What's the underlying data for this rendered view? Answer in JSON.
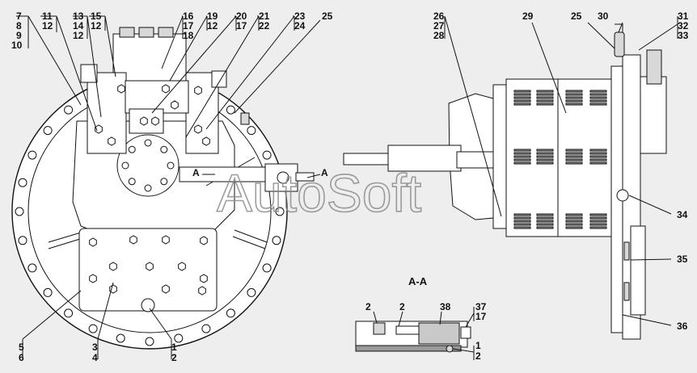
{
  "watermark": "AutoSoft",
  "section_title": "A-A",
  "section_marks": {
    "left": "A",
    "right": "A"
  },
  "callouts_left": [
    {
      "key": "c7",
      "text": "7"
    },
    {
      "key": "c8",
      "text": "8"
    },
    {
      "key": "c9",
      "text": "9"
    },
    {
      "key": "c10",
      "text": "10"
    },
    {
      "key": "c11",
      "text": "11"
    },
    {
      "key": "c12a",
      "text": "12"
    },
    {
      "key": "c13",
      "text": "13"
    },
    {
      "key": "c14",
      "text": "14"
    },
    {
      "key": "c12b",
      "text": "12"
    },
    {
      "key": "c15",
      "text": "15"
    },
    {
      "key": "c12c",
      "text": "12"
    },
    {
      "key": "c16",
      "text": "16"
    },
    {
      "key": "c17a",
      "text": "17"
    },
    {
      "key": "c18",
      "text": "18"
    },
    {
      "key": "c19",
      "text": "19"
    },
    {
      "key": "c12d",
      "text": "12"
    },
    {
      "key": "c20",
      "text": "20"
    },
    {
      "key": "c17b",
      "text": "17"
    },
    {
      "key": "c21",
      "text": "21"
    },
    {
      "key": "c22",
      "text": "22"
    },
    {
      "key": "c23",
      "text": "23"
    },
    {
      "key": "c24",
      "text": "24"
    },
    {
      "key": "c25a",
      "text": "25"
    },
    {
      "key": "c5",
      "text": "5"
    },
    {
      "key": "c6",
      "text": "6"
    },
    {
      "key": "c3",
      "text": "3"
    },
    {
      "key": "c4",
      "text": "4"
    },
    {
      "key": "c1a",
      "text": "1"
    },
    {
      "key": "c2a",
      "text": "2"
    }
  ],
  "callouts_right": [
    {
      "key": "c26",
      "text": "26"
    },
    {
      "key": "c27",
      "text": "27"
    },
    {
      "key": "c28",
      "text": "28"
    },
    {
      "key": "c29",
      "text": "29"
    },
    {
      "key": "c25b",
      "text": "25"
    },
    {
      "key": "c30",
      "text": "30"
    },
    {
      "key": "c31",
      "text": "31"
    },
    {
      "key": "c32",
      "text": "32"
    },
    {
      "key": "c33",
      "text": "33"
    },
    {
      "key": "c34",
      "text": "34"
    },
    {
      "key": "c35",
      "text": "35"
    },
    {
      "key": "c36",
      "text": "36"
    }
  ],
  "callouts_section": [
    {
      "key": "s2a",
      "text": "2"
    },
    {
      "key": "s2b",
      "text": "2"
    },
    {
      "key": "s38",
      "text": "38"
    },
    {
      "key": "s37",
      "text": "37"
    },
    {
      "key": "s17",
      "text": "17"
    },
    {
      "key": "s1",
      "text": "1"
    },
    {
      "key": "s2c",
      "text": "2"
    }
  ]
}
